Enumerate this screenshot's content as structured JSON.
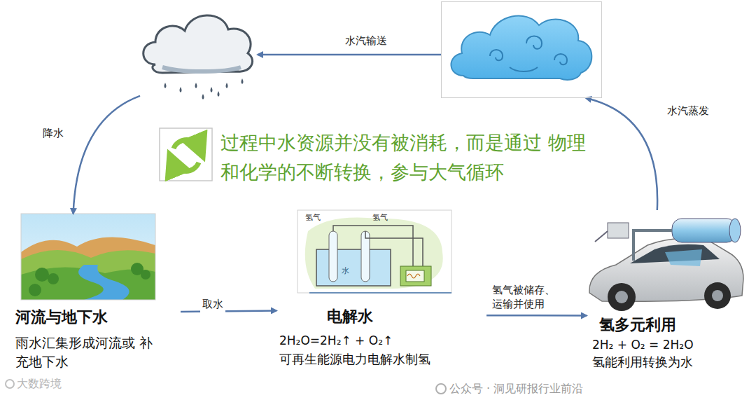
{
  "diagram": {
    "nodes": [
      {
        "text": []
      },
      {
        "text": []
      },
      {
        "text": [
          "河流与地下水",
          "雨水汇集形成河流或 补充地下水"
        ]
      },
      {
        "text": [
          "电解水",
          "2H₂O=2H₂↑ + O₂↑",
          "可再生能源电力电解水制氢"
        ]
      },
      {
        "text": [
          "氢多元利用",
          "2H₂ + O₂ = 2H₂O",
          "氢能利用转换为水"
        ]
      }
    ],
    "edges": [
      {
        "from": 1,
        "to": 0,
        "arrow": "to",
        "label": "水汽输送"
      },
      {
        "from": 0,
        "to": 2,
        "arrow": "to",
        "label": "降水"
      },
      {
        "from": 2,
        "to": 3,
        "arrow": "to",
        "label": "取水"
      },
      {
        "from": 3,
        "to": 4,
        "arrow": "to",
        "label": "氢气被储存、运输并使用"
      },
      {
        "from": 4,
        "to": 1,
        "arrow": "to",
        "label": "水汽蒸发"
      }
    ],
    "labels": [
      "过程中水资源并没有被消耗，而是通过 物理和化学的不断转换，参与大气循环",
      "氢气",
      "氢气",
      "水",
      "公众号 · 洞见研报行业前沿",
      "大数跨境"
    ]
  }
}
